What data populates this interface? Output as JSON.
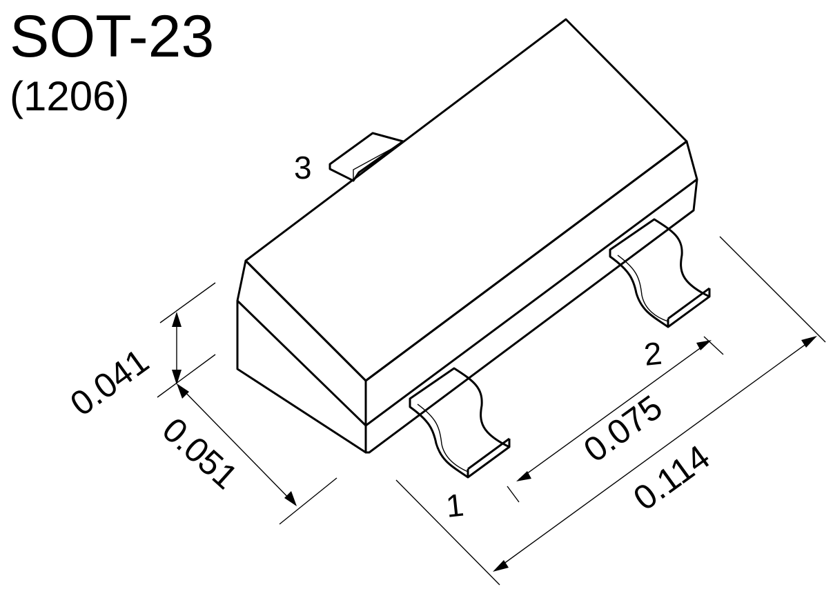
{
  "title": "SOT-23",
  "subtitle": "(1206)",
  "pins": {
    "pin1": "1",
    "pin2": "2",
    "pin3": "3"
  },
  "dimensions": {
    "height": "0.041",
    "width": "0.051",
    "pin_pitch": "0.075",
    "length": "0.114"
  },
  "colors": {
    "body_top": "#bfbfbf",
    "body_front": "#c4c4c4",
    "body_side": "#b8b8b8",
    "lead": "#ffffff",
    "line": "#000000"
  }
}
